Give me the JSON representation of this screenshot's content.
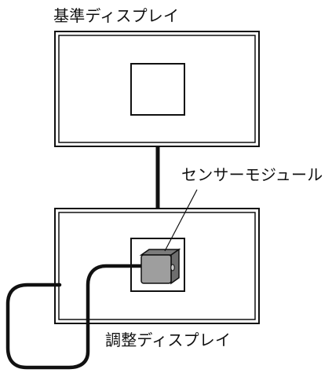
{
  "labels": {
    "reference_display": "基準ディスプレイ",
    "sensor_module": "センサーモジュール",
    "adjusted_display": "調整ディスプレイ"
  },
  "colors": {
    "line": "#111111",
    "background": "#ffffff",
    "sensor_body": "#9e9e9e"
  },
  "icons": {
    "sensor_module": "sensor-module-icon"
  }
}
